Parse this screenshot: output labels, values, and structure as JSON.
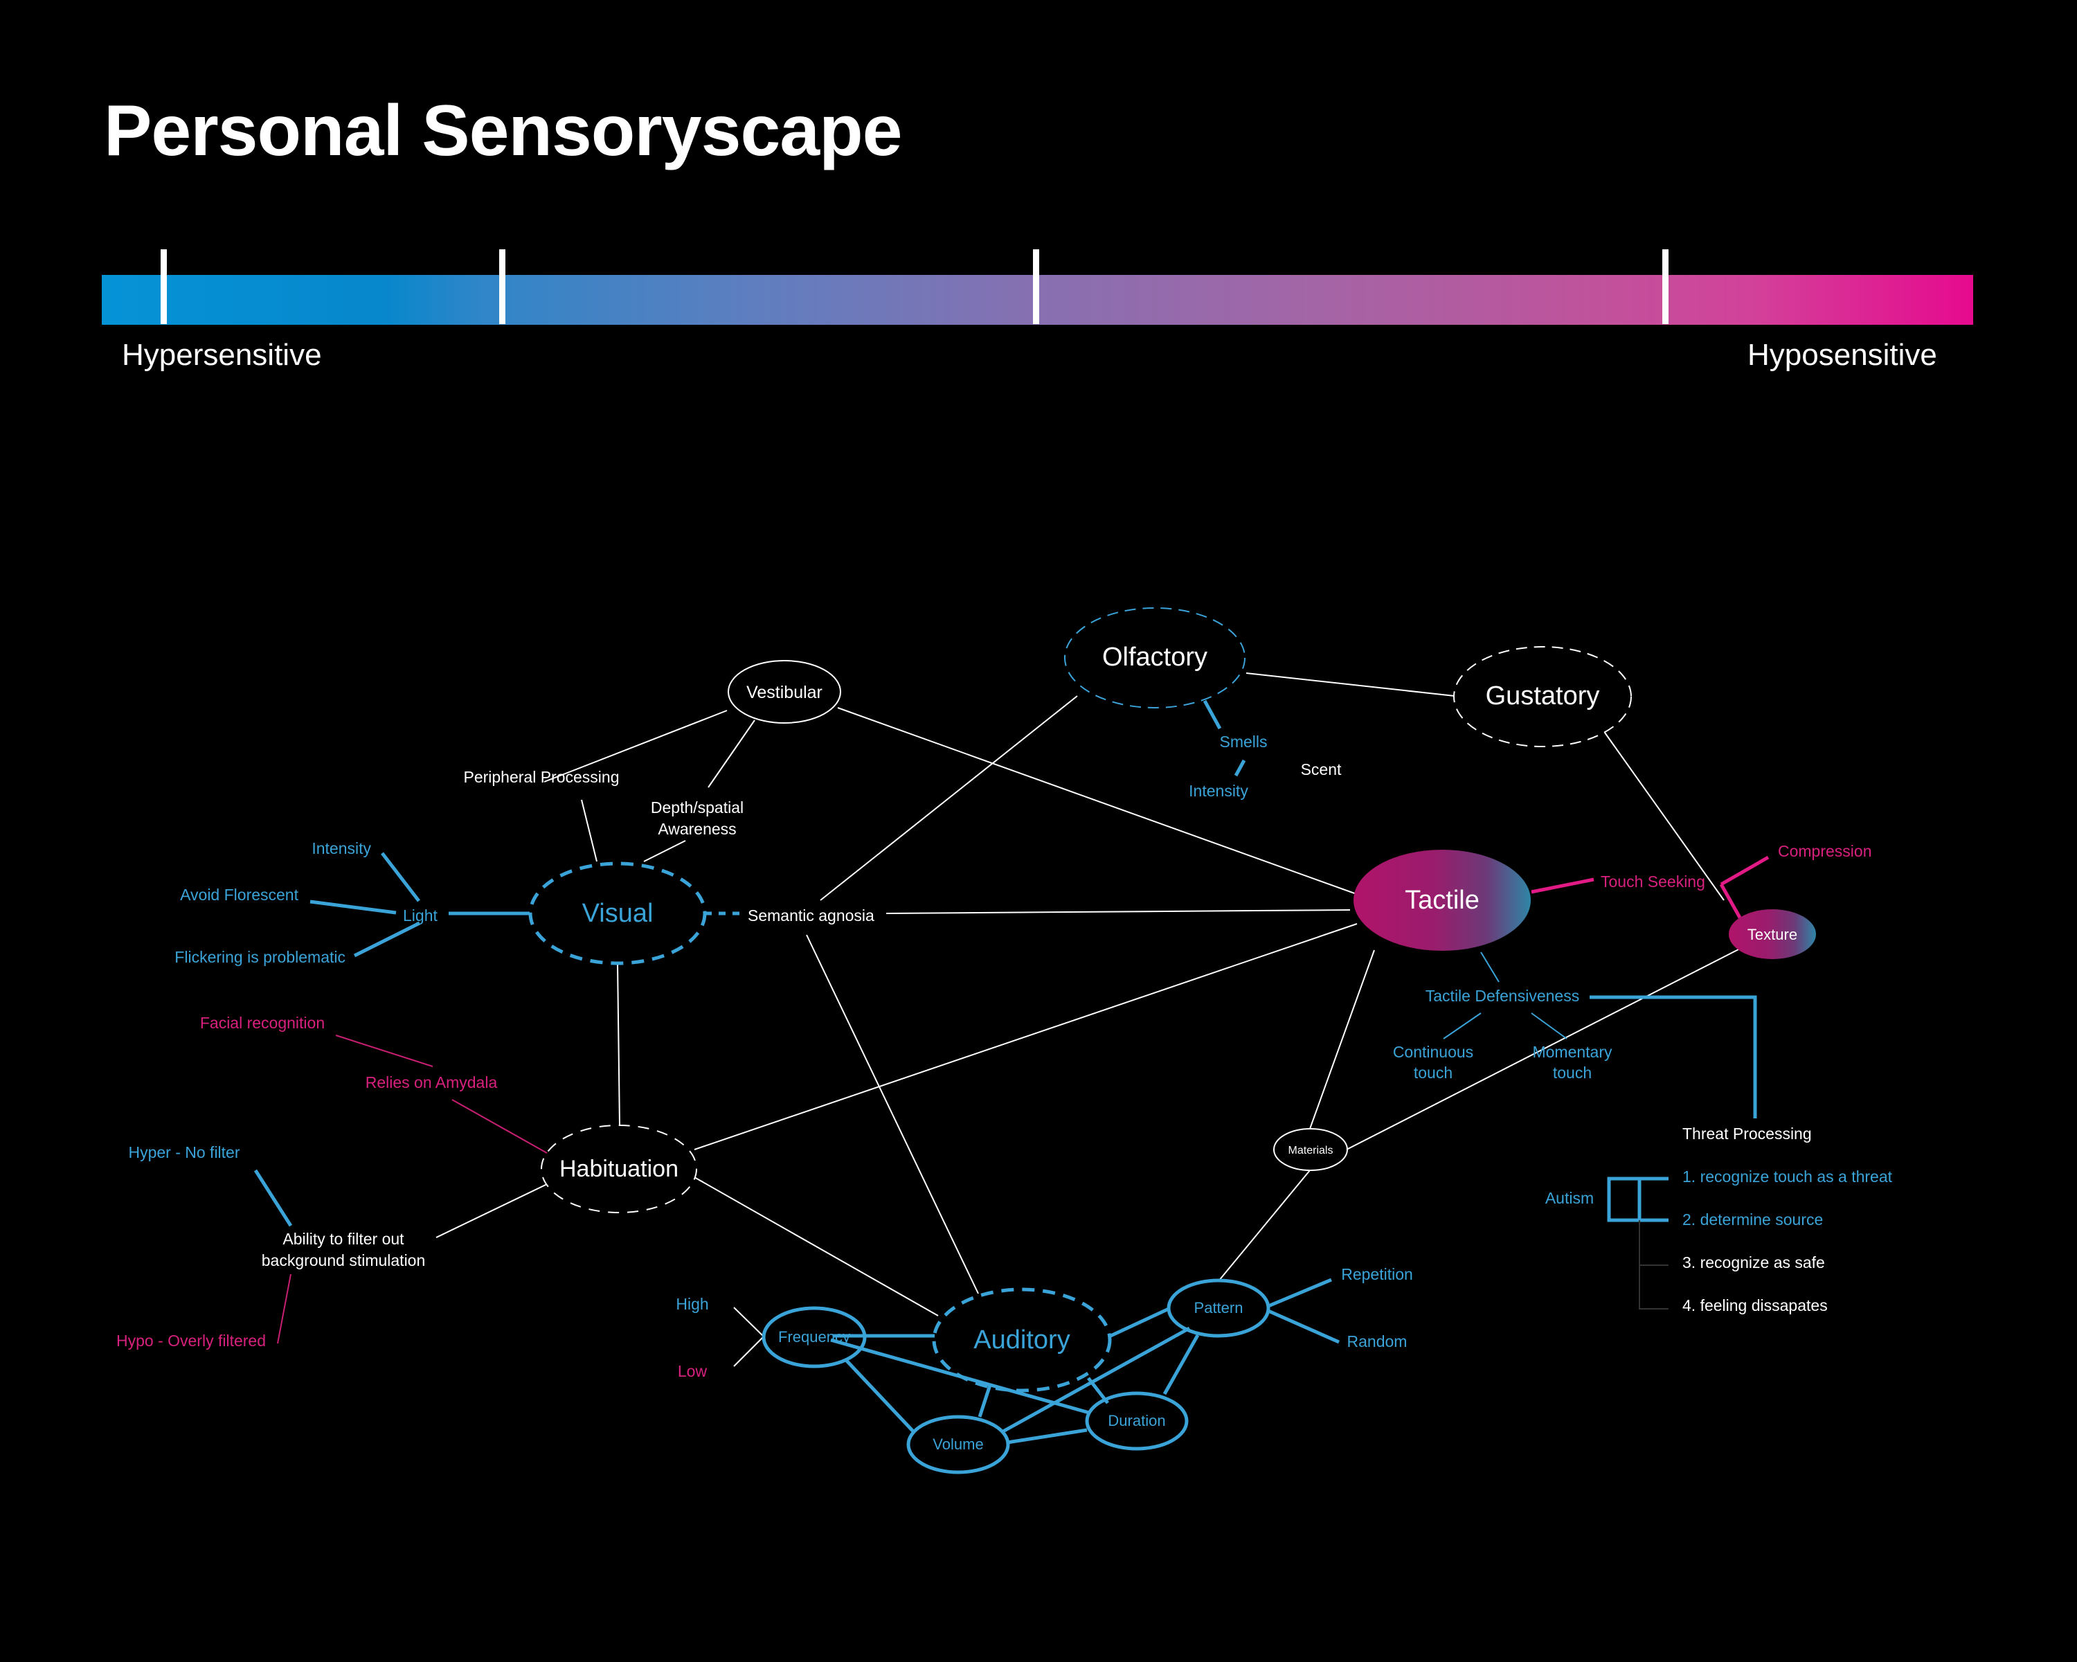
{
  "title": "Personal Sensoryscape",
  "scale": {
    "left_label": "Hypersensitive",
    "right_label": "Hyposensitive",
    "tick_positions_fraction": [
      0.033,
      0.214,
      0.499,
      0.836
    ],
    "colors": {
      "start": "#0693d6",
      "mid": "#8770b1",
      "end": "#e60a8e"
    }
  },
  "colors": {
    "blue": "#3aa3d8",
    "pink": "#d8207e",
    "white": "#ffffff",
    "tactile_gradient_start": "#b0146a",
    "tactile_gradient_end": "#2f86a6"
  },
  "nodes": {
    "vestibular": "Vestibular",
    "olfactory": "Olfactory",
    "gustatory": "Gustatory",
    "visual": "Visual",
    "tactile": "Tactile",
    "texture": "Texture",
    "habituation": "Habituation",
    "materials": "Materials",
    "auditory": "Auditory",
    "frequency": "Frequency",
    "volume": "Volume",
    "duration": "Duration",
    "pattern": "Pattern"
  },
  "labels": {
    "peripheral_processing": "Peripheral Processing",
    "depth_spatial_1": "Depth/spatial",
    "depth_spatial_2": "Awareness",
    "semantic_agnosia": "Semantic agnosia",
    "light": "Light",
    "light_intensity": "Intensity",
    "avoid_florescent": "Avoid Florescent",
    "flickering": "Flickering is problematic",
    "smells": "Smells",
    "smell_intensity": "Intensity",
    "scent": "Scent",
    "touch_seeking": "Touch Seeking",
    "compression": "Compression",
    "tactile_defensiveness": "Tactile Defensiveness",
    "continuous_1": "Continuous",
    "continuous_2": "touch",
    "momentary_1": "Momentary",
    "momentary_2": "touch",
    "facial_recognition": "Facial recognition",
    "relies_on_amydala": "Relies on Amydala",
    "hyper_no_filter": "Hyper - No filter",
    "ability_1": "Ability to filter out",
    "ability_2": "background stimulation",
    "hypo_overly_filtered": "Hypo - Overly filtered",
    "high": "High",
    "low": "Low",
    "repetition": "Repetition",
    "random": "Random"
  },
  "threat_processing": {
    "heading": "Threat Processing",
    "group_label": "Autism",
    "steps": [
      "1. recognize touch as a threat",
      "2. determine source",
      "3. recognize as safe",
      "4. feeling dissapates"
    ]
  }
}
